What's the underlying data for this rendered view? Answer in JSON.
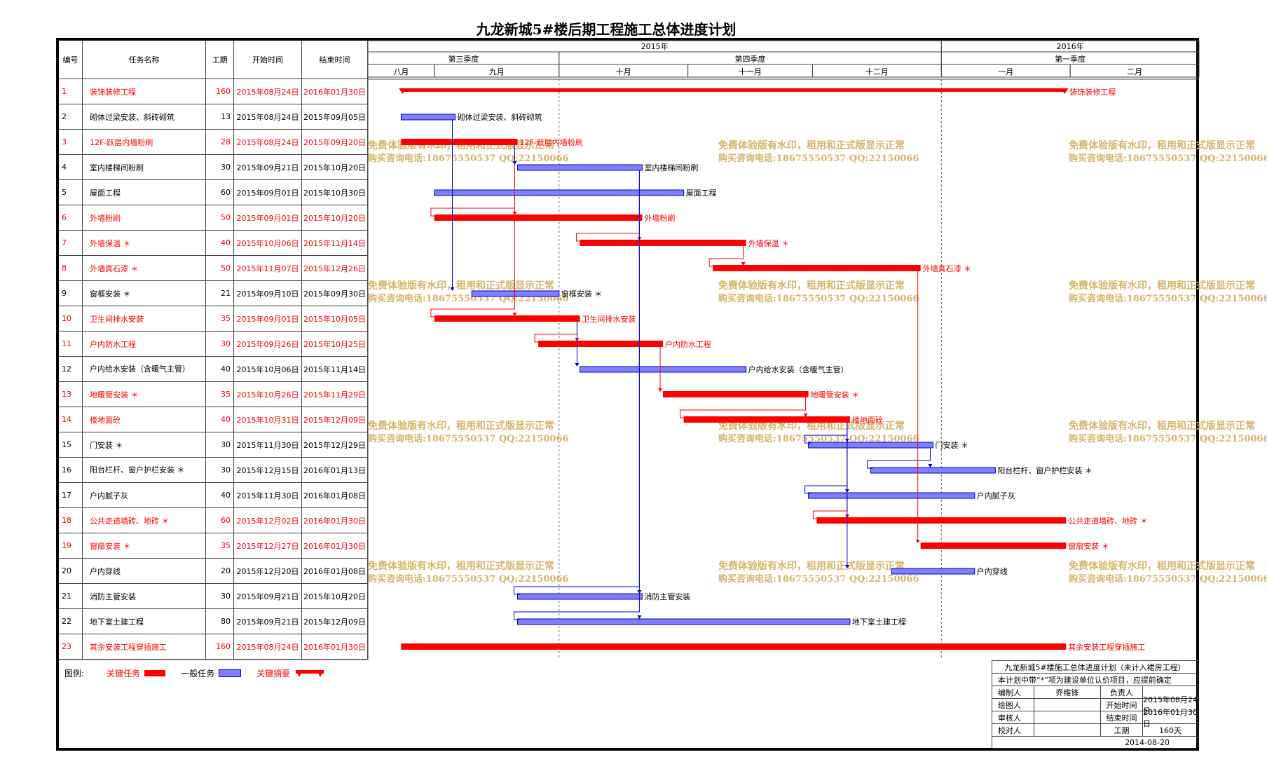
{
  "title": "九龙新城5#楼后期工程施工总体进度计划",
  "columns": {
    "id": "编号",
    "name": "任务名称",
    "duration": "工期",
    "start": "开始时间",
    "end": "结束时间"
  },
  "timescale": {
    "years": [
      {
        "label": "2015年",
        "start": "2015-08-16",
        "end": "2016-01-01"
      },
      {
        "label": "2016年",
        "start": "2016-01-01",
        "end": "2016-03-03"
      }
    ],
    "quarters": [
      {
        "label": "第三季度",
        "start": "2015-08-16",
        "end": "2015-10-01"
      },
      {
        "label": "第四季度",
        "start": "2015-10-01",
        "end": "2016-01-01"
      },
      {
        "label": "第一季度",
        "start": "2016-01-01",
        "end": "2016-03-03"
      }
    ],
    "months": [
      {
        "label": "八月",
        "start": "2015-08-16",
        "end": "2015-09-01"
      },
      {
        "label": "九月",
        "start": "2015-09-01",
        "end": "2015-10-01"
      },
      {
        "label": "十月",
        "start": "2015-10-01",
        "end": "2015-11-01"
      },
      {
        "label": "十一月",
        "start": "2015-11-01",
        "end": "2015-12-01"
      },
      {
        "label": "十二月",
        "start": "2015-12-01",
        "end": "2016-01-01"
      },
      {
        "label": "一月",
        "start": "2016-01-01",
        "end": "2016-02-01"
      },
      {
        "label": "二月",
        "start": "2016-02-01",
        "end": "2016-03-03"
      }
    ]
  },
  "watermark": {
    "line1": "免费体验版有水印，租用和正式版显示正常",
    "line2": "购买咨询电话:18675550537 QQ:22150066"
  },
  "legend": {
    "prefix": "图例:",
    "critical": "关键任务",
    "normal": "一般任务",
    "summary": "关键摘要"
  },
  "colors": {
    "critical": "#ff0000",
    "normal": "#8080ff",
    "normal_stroke": "#0000cc",
    "watermark": "#d4b46a"
  },
  "info": {
    "title": "九龙新城5#楼施工总体进度计划（未计入裙房工程）",
    "note": "本计划中带“*”项为建设单位认价项目，应提前确定",
    "editor_label": "编制人",
    "editor": "乔维锋",
    "owner_label": "负责人",
    "drawer_label": "绘图人",
    "start_label": "开始时间",
    "start": "2015年08月24日",
    "reviewer_label": "审核人",
    "end_label": "结束时间",
    "end": "2016年01月30日",
    "checker_label": "校对人",
    "duration_label": "工期",
    "duration": "160天",
    "date": "2014-08-20"
  },
  "chart_data": {
    "type": "gantt",
    "tasks": [
      {
        "id": "1",
        "name": "装饰装修工程",
        "duration": 160,
        "start": "2015年08月24日",
        "end": "2016年01月30日",
        "start_date": "2015-08-24",
        "end_date": "2016-01-30",
        "kind": "summary"
      },
      {
        "id": "2",
        "name": "砌体过梁安装、斜砖砌筑",
        "duration": 13,
        "start": "2015年08月24日",
        "end": "2015年09月05日",
        "start_date": "2015-08-24",
        "end_date": "2015-09-05",
        "kind": "normal"
      },
      {
        "id": "3",
        "name": "12F-跃层内墙粉刷",
        "duration": 28,
        "start": "2015年08月24日",
        "end": "2015年09月20日",
        "start_date": "2015-08-24",
        "end_date": "2015-09-20",
        "kind": "critical"
      },
      {
        "id": "4",
        "name": "室内楼梯间粉刷",
        "duration": 30,
        "start": "2015年09月21日",
        "end": "2015年10月20日",
        "start_date": "2015-09-21",
        "end_date": "2015-10-20",
        "kind": "normal"
      },
      {
        "id": "5",
        "name": "屋面工程",
        "duration": 60,
        "start": "2015年09月01日",
        "end": "2015年10月30日",
        "start_date": "2015-09-01",
        "end_date": "2015-10-30",
        "kind": "normal"
      },
      {
        "id": "6",
        "name": "外墙粉刷",
        "duration": 50,
        "start": "2015年09月01日",
        "end": "2015年10月20日",
        "start_date": "2015-09-01",
        "end_date": "2015-10-20",
        "kind": "critical"
      },
      {
        "id": "7",
        "name": "外墙保温 ＊",
        "duration": 40,
        "start": "2015年10月06日",
        "end": "2015年11月14日",
        "start_date": "2015-10-06",
        "end_date": "2015-11-14",
        "kind": "critical"
      },
      {
        "id": "8",
        "name": "外墙真石漆 ＊",
        "duration": 50,
        "start": "2015年11月07日",
        "end": "2015年12月26日",
        "start_date": "2015-11-07",
        "end_date": "2015-12-26",
        "kind": "critical"
      },
      {
        "id": "9",
        "name": "窗框安装 ＊",
        "duration": 21,
        "start": "2015年09月10日",
        "end": "2015年09月30日",
        "start_date": "2015-09-10",
        "end_date": "2015-09-30",
        "kind": "normal"
      },
      {
        "id": "10",
        "name": "卫生间排水安装",
        "duration": 35,
        "start": "2015年09月01日",
        "end": "2015年10月05日",
        "start_date": "2015-09-01",
        "end_date": "2015-10-05",
        "kind": "critical"
      },
      {
        "id": "11",
        "name": "户内防水工程",
        "duration": 30,
        "start": "2015年09月26日",
        "end": "2015年10月25日",
        "start_date": "2015-09-26",
        "end_date": "2015-10-25",
        "kind": "critical"
      },
      {
        "id": "12",
        "name": "户内给水安装（含暖气主管）",
        "duration": 40,
        "start": "2015年10月06日",
        "end": "2015年11月14日",
        "start_date": "2015-10-06",
        "end_date": "2015-11-14",
        "kind": "normal"
      },
      {
        "id": "13",
        "name": "地暖管安装 ＊",
        "duration": 35,
        "start": "2015年10月26日",
        "end": "2015年11月29日",
        "start_date": "2015-10-26",
        "end_date": "2015-11-29",
        "kind": "critical"
      },
      {
        "id": "14",
        "name": "楼地面砼",
        "duration": 40,
        "start": "2015年10月31日",
        "end": "2015年12月09日",
        "start_date": "2015-10-31",
        "end_date": "2015-12-09",
        "kind": "critical"
      },
      {
        "id": "15",
        "name": "门安装 ＊",
        "duration": 30,
        "start": "2015年11月30日",
        "end": "2015年12月29日",
        "start_date": "2015-11-30",
        "end_date": "2015-12-29",
        "kind": "normal"
      },
      {
        "id": "16",
        "name": "阳台栏杆、窗户护栏安装 ＊",
        "duration": 30,
        "start": "2015年12月15日",
        "end": "2016年01月13日",
        "start_date": "2015-12-15",
        "end_date": "2016-01-13",
        "kind": "normal"
      },
      {
        "id": "17",
        "name": "户内腻子灰",
        "duration": 40,
        "start": "2015年11月30日",
        "end": "2016年01月08日",
        "start_date": "2015-11-30",
        "end_date": "2016-01-08",
        "kind": "normal"
      },
      {
        "id": "18",
        "name": "公共走道墙砖、地砖 ＊",
        "duration": 60,
        "start": "2015年12月02日",
        "end": "2016年01月30日",
        "start_date": "2015-12-02",
        "end_date": "2016-01-30",
        "kind": "critical"
      },
      {
        "id": "19",
        "name": "窗扇安装 ＊",
        "duration": 35,
        "start": "2015年12月27日",
        "end": "2016年01月30日",
        "start_date": "2015-12-27",
        "end_date": "2016-01-30",
        "kind": "critical"
      },
      {
        "id": "20",
        "name": "户内穿线",
        "duration": 20,
        "start": "2015年12月20日",
        "end": "2016年01月08日",
        "start_date": "2015-12-20",
        "end_date": "2016-01-08",
        "kind": "normal"
      },
      {
        "id": "21",
        "name": "消防主管安装",
        "duration": 30,
        "start": "2015年09月21日",
        "end": "2015年10月20日",
        "start_date": "2015-09-21",
        "end_date": "2015-10-20",
        "kind": "normal"
      },
      {
        "id": "22",
        "name": "地下室土建工程",
        "duration": 80,
        "start": "2015年09月21日",
        "end": "2015年12月09日",
        "start_date": "2015-09-21",
        "end_date": "2015-12-09",
        "kind": "normal"
      },
      {
        "id": "23",
        "name": "其余安装工程穿插施工",
        "duration": 160,
        "start": "2015年08月24日",
        "end": "2016年01月30日",
        "start_date": "2015-08-24",
        "end_date": "2016-01-30",
        "kind": "critical"
      }
    ],
    "links": [
      {
        "from": "3",
        "to": "6",
        "kind": "critical"
      },
      {
        "from": "3",
        "to": "10",
        "kind": "critical"
      },
      {
        "from": "2",
        "to": "9",
        "kind": "normal"
      },
      {
        "from": "6",
        "to": "7",
        "kind": "critical"
      },
      {
        "from": "7",
        "to": "8",
        "kind": "critical"
      },
      {
        "from": "10",
        "to": "11",
        "kind": "critical"
      },
      {
        "from": "11",
        "to": "13",
        "kind": "critical"
      },
      {
        "from": "10",
        "to": "12",
        "kind": "normal"
      },
      {
        "from": "3",
        "to": "4",
        "kind": "normal"
      },
      {
        "from": "4",
        "to": "21",
        "kind": "normal"
      },
      {
        "from": "4",
        "to": "22",
        "kind": "normal"
      },
      {
        "from": "13",
        "to": "14",
        "kind": "critical"
      },
      {
        "from": "14",
        "to": "15",
        "kind": "normal"
      },
      {
        "from": "14",
        "to": "17",
        "kind": "normal"
      },
      {
        "from": "14",
        "to": "18",
        "kind": "critical"
      },
      {
        "from": "15",
        "to": "16",
        "kind": "normal"
      },
      {
        "from": "8",
        "to": "19",
        "kind": "critical"
      },
      {
        "from": "14",
        "to": "20",
        "kind": "normal"
      }
    ]
  }
}
